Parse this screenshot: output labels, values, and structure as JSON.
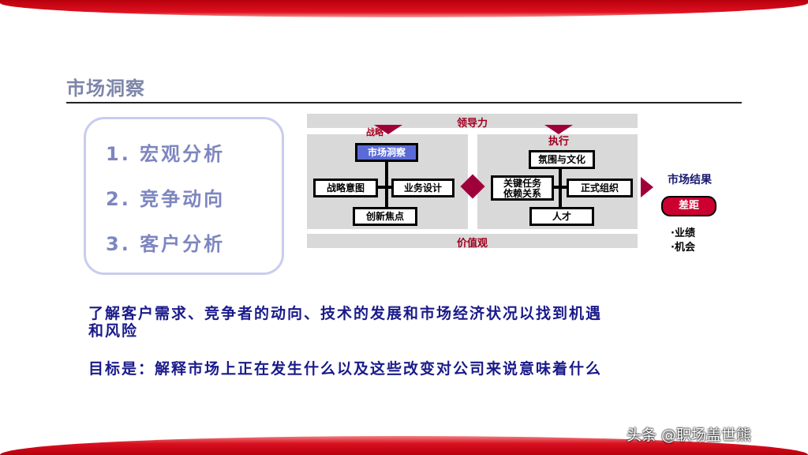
{
  "page_title": "市场洞察",
  "list_items": [
    "1. 宏观分析",
    "2. 竞争动向",
    "3. 客户分析"
  ],
  "diagram": {
    "top_strip": "领导力",
    "bottom_strip": "价值观",
    "left_panel_label": "战略",
    "right_panel_label": "执行",
    "left_nodes": {
      "top": "市场洞察",
      "left": "战略意图",
      "right": "业务设计",
      "bottom": "创新焦点"
    },
    "right_nodes": {
      "top": "氛围与文化",
      "left_line1": "关键任务",
      "left_line2": "依赖关系",
      "right": "正式组织",
      "bottom": "人才"
    },
    "result_title": "市场结果",
    "gap_badge": "差距",
    "result_items": [
      "·业绩",
      "·机会"
    ],
    "colors": {
      "accent": "#a0003a",
      "highlight_node": "#5b6bd6"
    }
  },
  "paragraphs": [
    "了解客户需求、竞争者的动向、技术的发展和市场经济状况以找到机遇",
    "和风险",
    "目标是：解释市场上正在发生什么以及这些改变对公司来说意味着什么"
  ],
  "watermark": "头条 @职场盖世熊"
}
